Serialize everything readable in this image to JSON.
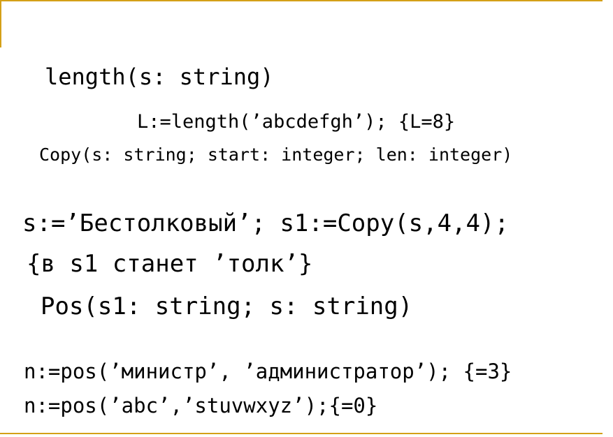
{
  "colors": {
    "frame_accent": "#d4a017",
    "text": "#000000",
    "background": "#ffffff"
  },
  "slide": {
    "lines": [
      "length(s: string)",
      "L:=length(’abcdefgh’); {L=8}",
      "Copy(s: string; start: integer; len: integer)",
      "s:=’Бестолковый’; s1:=Copy(s,4,4);",
      "{в s1 станет ’толк’}",
      "Pos(s1: string; s: string)",
      "n:=pos(’министр’, ’администратор’); {=3}",
      "n:=pos(’abc’,’stuvwxyz’);{=0}"
    ]
  }
}
